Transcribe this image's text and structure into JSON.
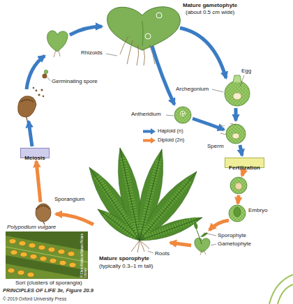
{
  "diagram": {
    "nodes": [
      {
        "text": [
          "Meiosis"
        ]
      },
      {
        "text": [
          "Fertilization"
        ]
      }
    ],
    "labels": [
      "Mature gametophyte",
      "(about 0.5 cm wide)",
      "Rhizoids",
      "Archegonium",
      "Egg",
      "Antheridium",
      "Sperm",
      "Germinating spore",
      "Embryo",
      "Sporophyte",
      "Gametophyte",
      "Mature sporophyte",
      "(typically 0.3–1 m tall)",
      "Roots",
      "Sporangium",
      "Polypodium vulgare",
      "Sori (clusters of sporangia)",
      "© Chris Mattison/Nature Picture Library",
      "PRINCIPLES OF LIFE 3e, Figure 20.9",
      "© 2019 Oxford University Press"
    ],
    "legend": [
      {
        "text": "Haploid (n)",
        "color": "#3b7cc4"
      },
      {
        "text": "Diploid (2n)",
        "color": "#f0883e"
      }
    ]
  }
}
